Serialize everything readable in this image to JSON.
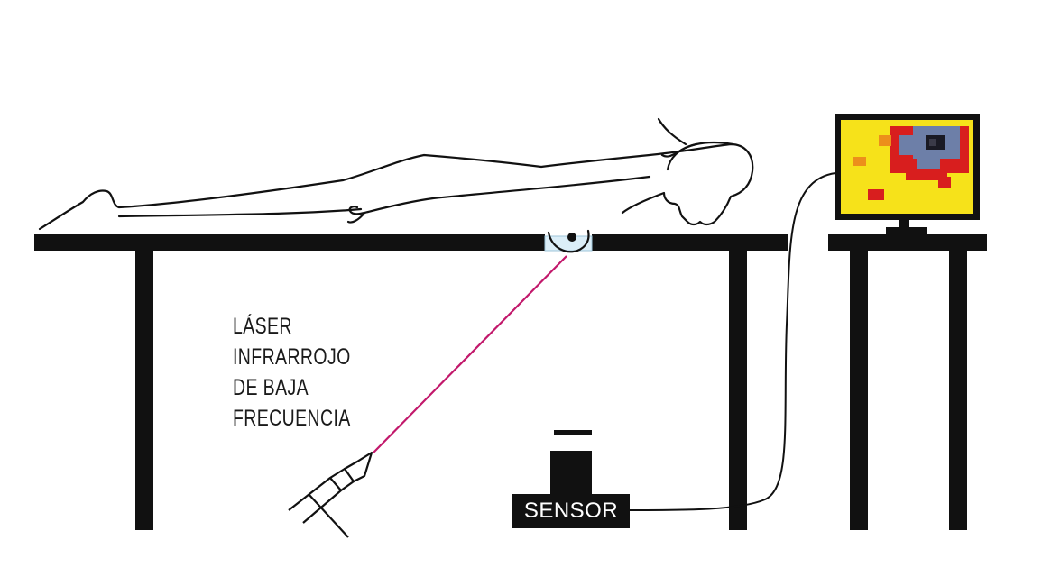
{
  "laser_label": {
    "lines": [
      "LÁSER",
      "INFRARROJO",
      "DE BAJA",
      "FRECUENCIA"
    ]
  },
  "sensor_label": "SENSOR",
  "colors": {
    "ink": "#111111",
    "laser_beam": "#c2186b",
    "screen_background": "#f6e21a",
    "heat_red": "#d81e1e",
    "heat_blue": "#6d7fa8",
    "glass_tint": "#dbeef8"
  }
}
